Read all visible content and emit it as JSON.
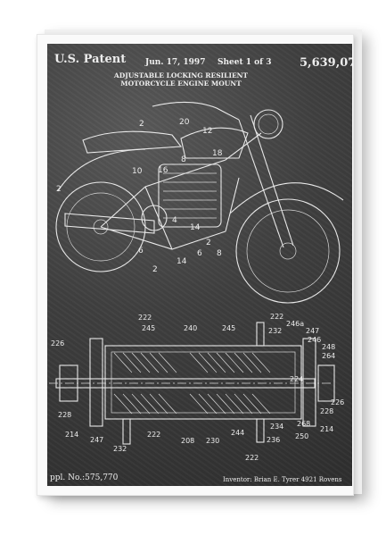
{
  "header": {
    "patent_label": "U.S. Patent",
    "date": "Jun. 17, 1997",
    "sheet": "Sheet 1 of 3",
    "patent_number": "5,639,07",
    "title_line1": "ADJUSTABLE LOCKING RESILIENT",
    "title_line2": "MOTORCYCLE ENGINE MOUNT"
  },
  "footer": {
    "application": "ppl. No.:575,770",
    "inventor": "Inventor:  Brian E. Tyrer   4921 Rovens"
  },
  "figure_labels": {
    "bike": [
      "2",
      "20",
      "12",
      "10",
      "16",
      "8",
      "2",
      "18",
      "4",
      "6",
      "2",
      "14",
      "6",
      "8",
      "2",
      "14"
    ],
    "mount": [
      "222",
      "245",
      "240",
      "245",
      "222",
      "246a",
      "232",
      "247",
      "246",
      "248",
      "264",
      "226",
      "224",
      "226",
      "228",
      "228",
      "268",
      "214",
      "214",
      "247",
      "222",
      "208",
      "230",
      "244",
      "234",
      "236",
      "250",
      "232",
      "222"
    ]
  }
}
